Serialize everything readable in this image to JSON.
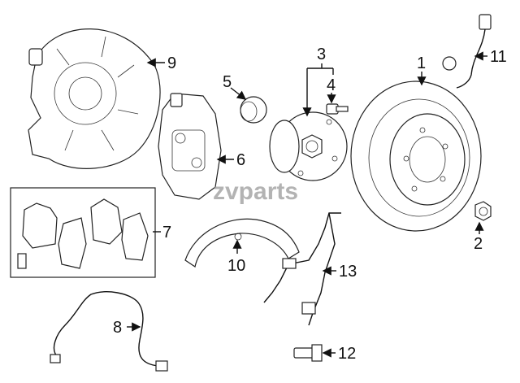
{
  "watermark": "zvparts",
  "callouts": {
    "c1": "1",
    "c2": "2",
    "c3": "3",
    "c4": "4",
    "c5": "5",
    "c6": "6",
    "c7": "7",
    "c8": "8",
    "c9": "9",
    "c10": "10",
    "c11": "11",
    "c12": "12",
    "c13": "13"
  }
}
